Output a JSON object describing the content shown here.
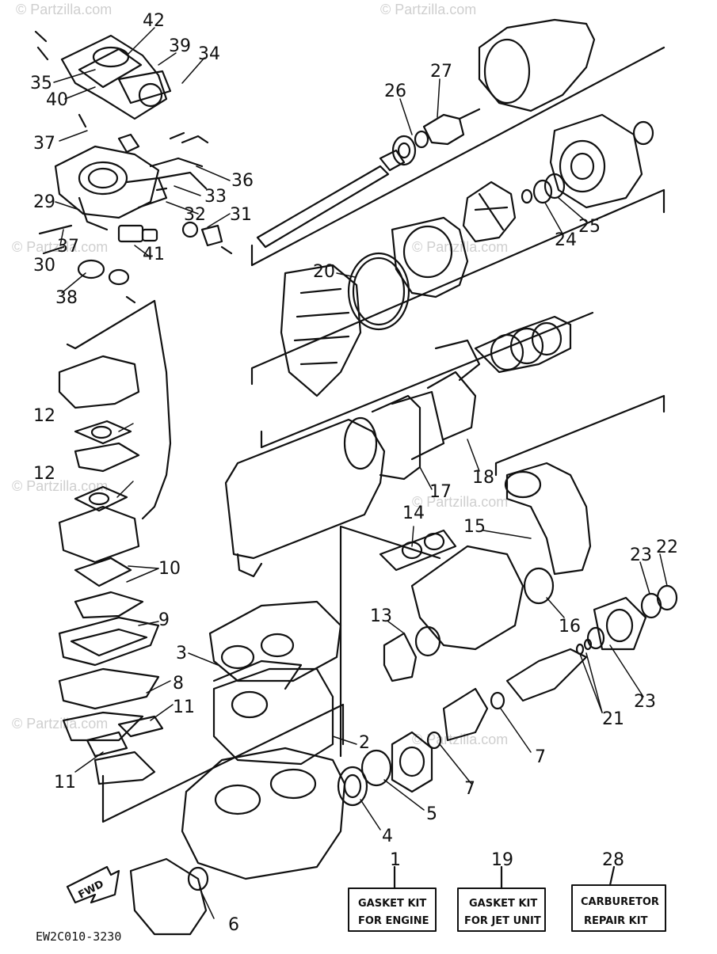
{
  "diagram": {
    "watermark": "© Partzilla.com",
    "drawing_code": "EW2C010-3230",
    "fwd_label": "FWD",
    "callouts": {
      "c1": "1",
      "c2": "2",
      "c3": "3",
      "c4": "4",
      "c5": "5",
      "c6": "6",
      "c7a": "7",
      "c7b": "7",
      "c8": "8",
      "c9": "9",
      "c10": "10",
      "c11a": "11",
      "c11b": "11",
      "c12a": "12",
      "c12b": "12",
      "c13": "13",
      "c14": "14",
      "c15": "15",
      "c16": "16",
      "c17": "17",
      "c18": "18",
      "c19": "19",
      "c20": "20",
      "c21": "21",
      "c22": "22",
      "c23a": "23",
      "c23b": "23",
      "c24": "24",
      "c25": "25",
      "c26": "26",
      "c27": "27",
      "c28": "28",
      "c29": "29",
      "c30": "30",
      "c31": "31",
      "c32": "32",
      "c33": "33",
      "c34": "34",
      "c35": "35",
      "c36": "36",
      "c37a": "37",
      "c37b": "37",
      "c38": "38",
      "c39": "39",
      "c40": "40",
      "c41": "41",
      "c42": "42"
    },
    "kits": {
      "engine": {
        "line1": "GASKET KIT",
        "line2": "FOR ENGINE"
      },
      "jet": {
        "line1": "GASKET KIT",
        "line2": "FOR JET UNIT"
      },
      "carb": {
        "line1": "CARBURETOR",
        "line2": "REPAIR KIT"
      }
    }
  }
}
